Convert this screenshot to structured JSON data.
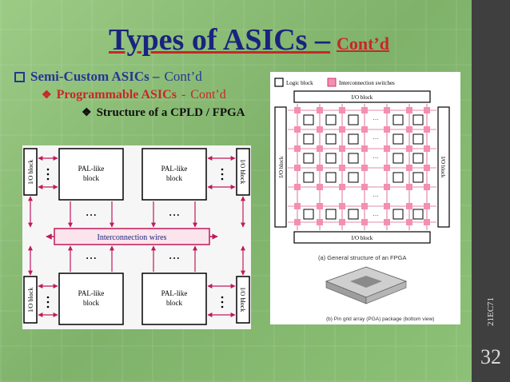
{
  "slide": {
    "title_main": "Types of ASICs –",
    "title_sub": "Cont’d",
    "course_code": "21EC71",
    "slide_number": "32"
  },
  "bullets": {
    "level1": {
      "text": "Semi-Custom ASICs –",
      "cont": "Cont’d"
    },
    "level2": {
      "text": "Programmable ASICs",
      "sep": "-",
      "cont": "Cont’d"
    },
    "level3": {
      "text": "Structure of a CPLD / FPGA"
    }
  },
  "cpld": {
    "io_block": "I/O block",
    "pal_line1": "PAL-like",
    "pal_line2": "block",
    "interconnect": "Interconnection wires",
    "dots": "• • •"
  },
  "fpga": {
    "legend_logic": "Logic block",
    "legend_switch": "Interconnection switches",
    "io_block": "I/O block",
    "caption": "(a) General structure of an FPGA",
    "pga_caption": "(b) Pin grid array (PGA) package (bottom view)"
  },
  "colors": {
    "title": "#1a237e",
    "accent_red": "#c62828",
    "switch_pink": "#f48fb1",
    "arrow_magenta": "#c2185b"
  }
}
